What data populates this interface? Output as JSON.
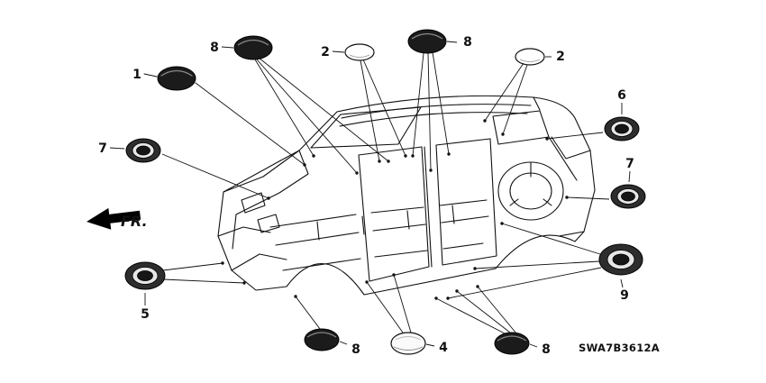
{
  "diagram": {
    "code": "SWA7B3612A",
    "direction_label": "FR.",
    "callouts": {
      "c1": {
        "label": "1"
      },
      "c2a": {
        "label": "2"
      },
      "c2b": {
        "label": "2"
      },
      "c4": {
        "label": "4"
      },
      "c5": {
        "label": "5"
      },
      "c6": {
        "label": "6"
      },
      "c7a": {
        "label": "7"
      },
      "c7b": {
        "label": "7"
      },
      "c8a": {
        "label": "8"
      },
      "c8b": {
        "label": "8"
      },
      "c8c": {
        "label": "8"
      },
      "c8d": {
        "label": "8"
      },
      "c9": {
        "label": "9"
      }
    },
    "colors": {
      "line": "#111111",
      "plug_dark": "#1b1b1b",
      "background": "#ffffff"
    }
  }
}
